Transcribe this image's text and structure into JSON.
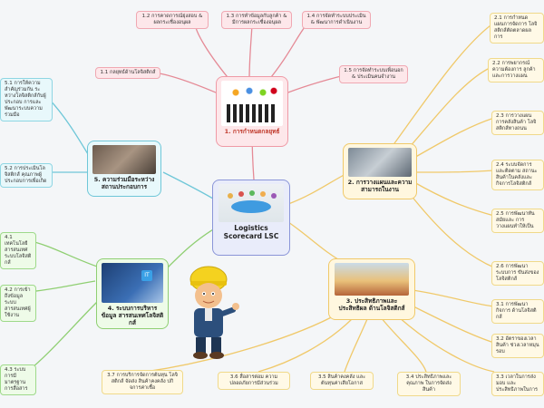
{
  "center": {
    "title": "Logistics Scorecard LSC"
  },
  "branches": [
    {
      "title": "1. การกำหนดกลยุทธ์",
      "subs": [
        "1.1 กลยุทธ์ด้านโลจิสติกส์",
        "1.2 การคาดการณ์ยุ่งสอบ & ผลกระเชื่องอนุผล",
        "1.3 การทำข้อมูลกับลูกค้า & มีการผลกระเชื่องอนุผล",
        "1.4 การจัดทำระบบประเมิน & พัฒนาการดำเนินงาน",
        "1.5 การจัดทำระบบเพื่อนอก & ประเมินคนจำงาน"
      ]
    },
    {
      "title": "2. การวางแผนและความสามารถในงาน",
      "subs": [
        "2.1 การกำหนดแผนการจัดการ โลจิสติกส์ตัดตลาดผลการ",
        "2.2 การพยากรณ์ความต้องการ ลูกค้าและการวางแผน",
        "2.3 การวางแผนการคลังสินค้า โลจิสติกส์ทางถนน",
        "2.4 ระบบจัดการและติดตาม สถานะสินค้าในคลังและ กิจการโลจิสติกส์",
        "2.5 การพัฒนาทันสมัยและ การวางแผนทำให้เป็น",
        "2.6 การพัฒนาระบบการ ขันส่งของโลจิสติกส์"
      ]
    },
    {
      "title": "3. ประสิทธิภาพและประสิทธิผล ด้านโลจิสติกส์",
      "subs": [
        "3.1 การพัฒนากิจการ ด้านโลจิสติกส์",
        "3.2 อัตราของเวลาสินค้า ช่วงเวลาหมุนรอบ",
        "3.3 เวลาในการส่งมอบ และประสิทธิภาพในการ",
        "3.4 ประสิทธิภาพและคุณภาพ ในการจัดส่งสินค้า",
        "3.5 สินค้าคงคลัง และต้นทุนค่าเสียโอกาส",
        "3.6 สื่อสารต่อม ความปลอดภัยการมีส่วนร่วม",
        "3.7 การบริการจัดการต้นทุน โลจิสติกส์ จัดส่ง สินค้าคงคลัง ปกิจการค่าเชื้อ"
      ]
    },
    {
      "title": "4. ระบบการบริหารข้อมูล สารสนเทศโลจิสติกส์",
      "subs": [
        "4.1 เทคโนโลยีสารสนเทศ ระบบโลจิสติกส์",
        "4.2 การเข้าถึงข้อมูล ระบบสารสนเทศผู้ใช้งาน",
        "4.3 ระบบการมีมาตรฐาน การสื่อสาร"
      ]
    },
    {
      "title": "5. ความร่วมมือระหว่าง สถานประกอบการ",
      "subs": [
        "5.1 การให้ความสำคัญร่วมกัน ระหว่างโลจิสติกส์กับผู้ประกอบ การและพัฒนาระบบความร่วมมือ",
        "5.2 การประเมินโลจิสติกส์ คุณภาพผู้ประกอบการเพื่อเกิด"
      ]
    }
  ]
}
